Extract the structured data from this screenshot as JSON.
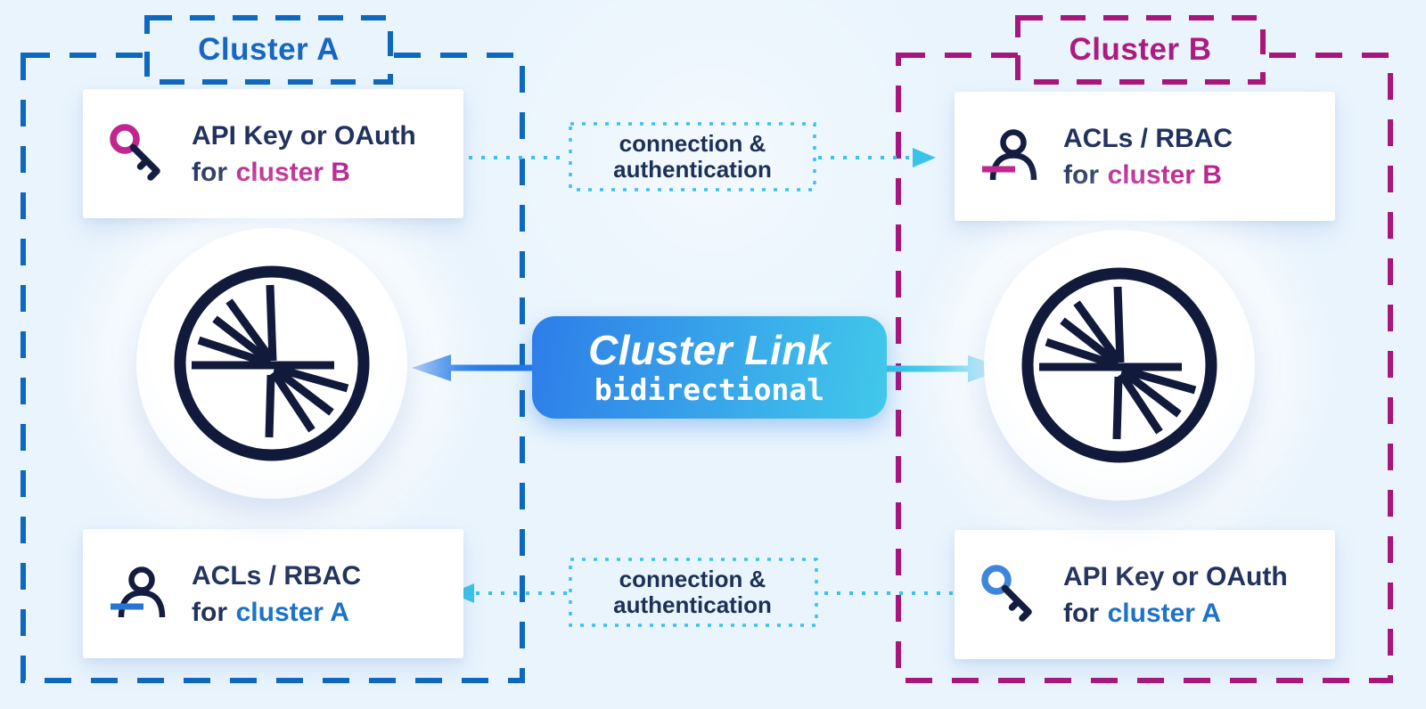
{
  "diagram": {
    "clusters": {
      "a": {
        "label": "Cluster A",
        "accent": "#0e68be",
        "text_color": "#1766bf"
      },
      "b": {
        "label": "Cluster B",
        "accent": "#a8157c",
        "text_color": "#ad1a80"
      }
    },
    "cards": {
      "a_top": {
        "icon": "key-icon",
        "line1": "API Key or OAuth",
        "for_word": "for",
        "target": "cluster B"
      },
      "a_bottom": {
        "icon": "user-icon",
        "line1": "ACLs / RBAC",
        "for_word": "for",
        "target": "cluster A"
      },
      "b_top": {
        "icon": "user-icon",
        "line1": "ACLs / RBAC",
        "for_word": "for",
        "target": "cluster B"
      },
      "b_bottom": {
        "icon": "key-icon",
        "line1": "API Key or OAuth",
        "for_word": "for",
        "target": "cluster A"
      }
    },
    "link_badge": {
      "title": "Cluster Link",
      "subtitle": "bidirectional"
    },
    "connection_label": {
      "line1": "connection &",
      "line2": "authentication"
    },
    "nodes": {
      "left": "confluent-cluster-icon",
      "right": "confluent-cluster-icon"
    },
    "colors": {
      "background": "#e9f4fd",
      "cluster_a_accent": "#0e68be",
      "cluster_b_accent": "#a8157c",
      "navy_text": "#22325e",
      "icon_navy": "#141c40",
      "dotted_cyan": "#3ac3ea",
      "arrow_blue": "#2379e6",
      "arrow_cyan": "#35c5ea",
      "badge_gradient_start": "#2e7de9",
      "badge_gradient_end": "#41c9ea",
      "cluster_a_link_text": "#1d72c9",
      "cluster_b_link_text": "#b7208d"
    }
  }
}
